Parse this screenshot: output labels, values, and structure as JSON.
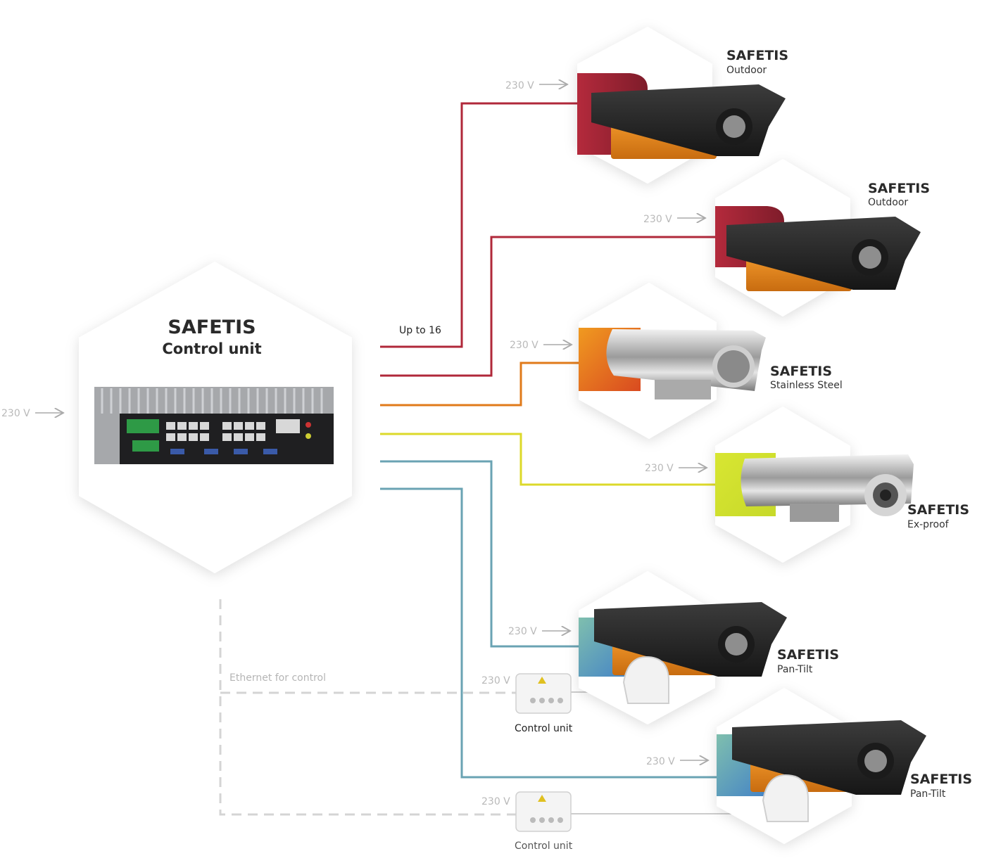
{
  "control_unit": {
    "title": "SAFETIS",
    "subtitle": "Control unit",
    "power": "230 V"
  },
  "connection_label": "Up to 16",
  "ethernet_label": "Ethernet for control",
  "power_label": "230 V",
  "cameras": [
    {
      "title": "SAFETIS",
      "subtitle": "Outdoor",
      "line_color": "#b0283a"
    },
    {
      "title": "SAFETIS",
      "subtitle": "Outdoor",
      "line_color": "#b0283a"
    },
    {
      "title": "SAFETIS",
      "subtitle": "Stainless Steel",
      "line_color": "#e07a1a"
    },
    {
      "title": "SAFETIS",
      "subtitle": "Ex-proof",
      "line_color": "#dcd92a"
    },
    {
      "title": "SAFETIS",
      "subtitle": "Pan-Tilt",
      "line_color": "#6aa3b3"
    },
    {
      "title": "SAFETIS",
      "subtitle": "Pan-Tilt",
      "line_color": "#6aa3b3"
    }
  ],
  "pt_control_units": [
    {
      "label": "Control unit",
      "power": "230 V"
    },
    {
      "label": "Control unit",
      "power": "230 V"
    }
  ],
  "colors": {
    "red": "#b0283a",
    "orange": "#e07a1a",
    "yellow": "#dcd92a",
    "blue": "#6aa3b3",
    "dashed": "#d4d4d4"
  }
}
